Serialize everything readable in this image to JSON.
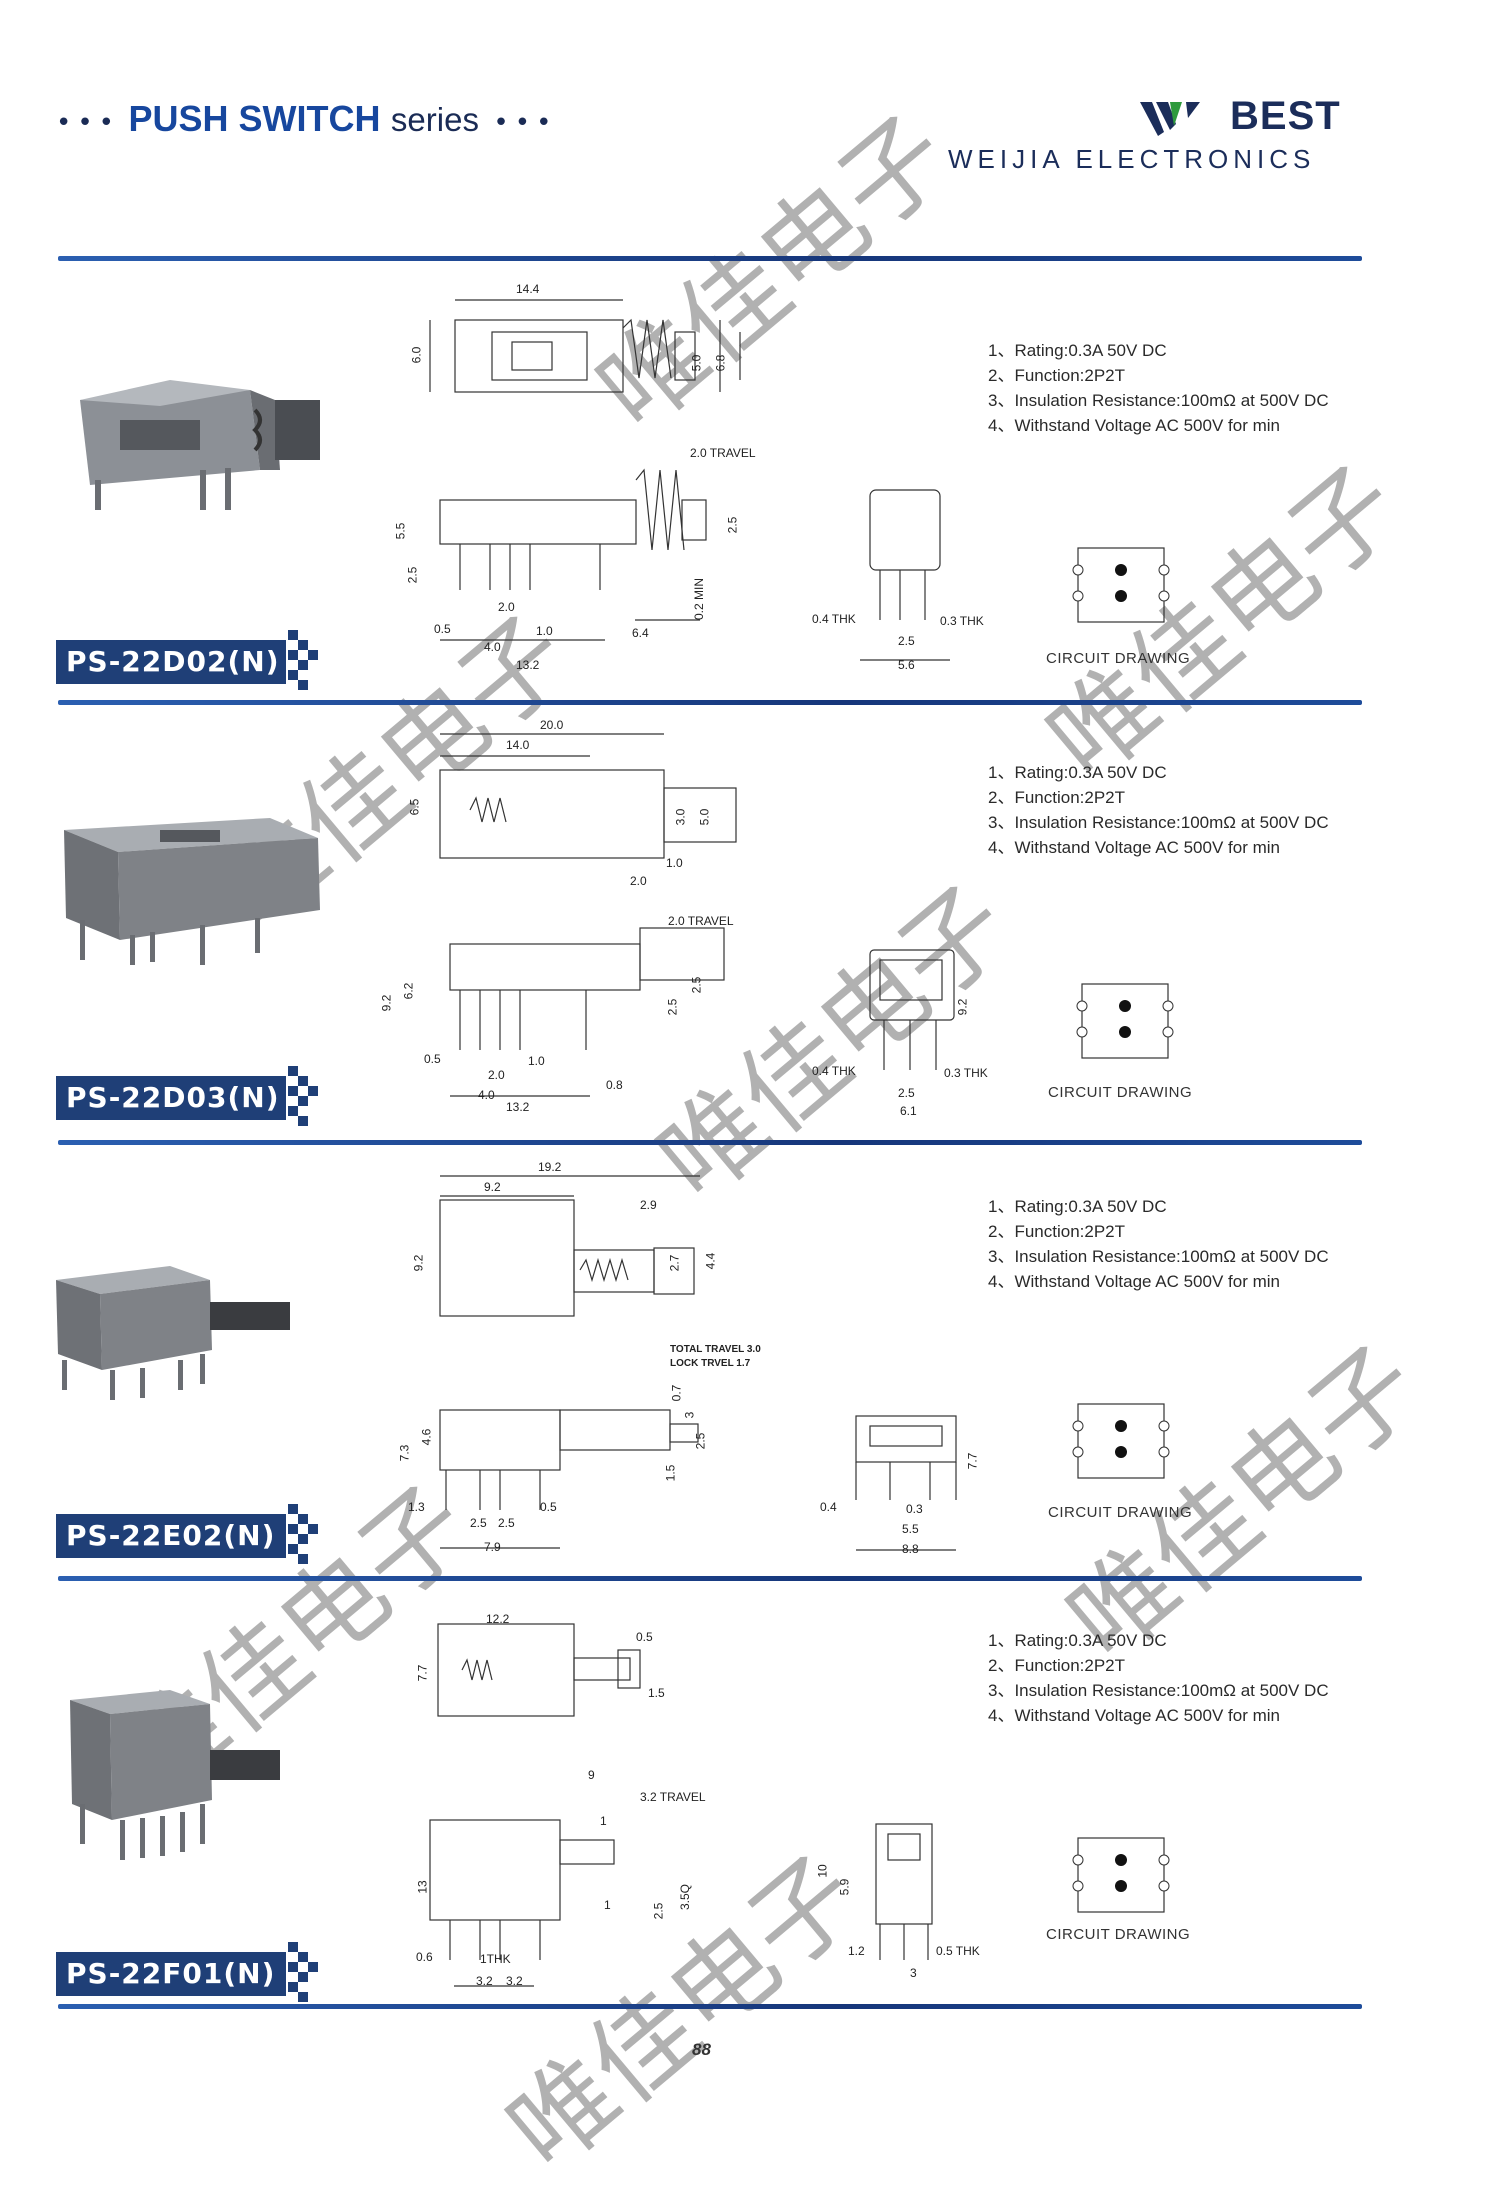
{
  "header": {
    "dots_left": "•••",
    "title_bold": "PUSH SWITCH",
    "title_light": "series",
    "dots_right": "•••",
    "brand_name": "BEST",
    "brand_sub": "WEIJIA ELECTRONICS"
  },
  "products": [
    {
      "model": "PS-22D02(N)",
      "specs": [
        "1、Rating:0.3A 50V DC",
        "2、Function:2P2T",
        "3、Insulation Resistance:100mΩ at 500V DC",
        "4、Withstand Voltage AC 500V for min"
      ],
      "circuit_label": "CIRCUIT DRAWING",
      "dims": [
        "14.4",
        "6.0",
        "5.0",
        "6.8",
        "2.0 TRAVEL",
        "5.5",
        "2.5",
        "2.5",
        "0.2 MIN",
        "2.0",
        "0.5",
        "1.0",
        "4.0",
        "13.2",
        "6.4",
        "0.4 THK",
        "0.3 THK",
        "2.5",
        "5.6"
      ]
    },
    {
      "model": "PS-22D03(N)",
      "specs": [
        "1、Rating:0.3A 50V DC",
        "2、Function:2P2T",
        "3、Insulation Resistance:100mΩ at 500V DC",
        "4、Withstand Voltage AC 500V for min"
      ],
      "circuit_label": "CIRCUIT DRAWING",
      "dims": [
        "20.0",
        "14.0",
        "6.5",
        "3.0",
        "5.0",
        "2.0",
        "1.0",
        "2.0 TRAVEL",
        "9.2",
        "6.2",
        "2.5",
        "2.5",
        "0.5",
        "2.0",
        "1.0",
        "4.0",
        "13.2",
        "0.8",
        "9.2",
        "0.4 THK",
        "0.3 THK",
        "2.5",
        "6.1"
      ]
    },
    {
      "model": "PS-22E02(N)",
      "specs": [
        "1、Rating:0.3A 50V DC",
        "2、Function:2P2T",
        "3、Insulation Resistance:100mΩ at 500V DC",
        "4、Withstand Voltage AC 500V for min"
      ],
      "circuit_label": "CIRCUIT DRAWING",
      "dims": [
        "19.2",
        "9.2",
        "2.9",
        "9.2",
        "2.7",
        "4.4",
        "TOTAL TRAVEL 3.0",
        "LOCK TRVEL 1.7",
        "0.7",
        "3",
        "7.3",
        "4.6",
        "2.5",
        "1.5",
        "1.3",
        "2.5",
        "2.5",
        "0.5",
        "7.9",
        "0.4",
        "0.3",
        "5.5",
        "8.8",
        "7.7"
      ]
    },
    {
      "model": "PS-22F01(N)",
      "specs": [
        "1、Rating:0.3A 50V DC",
        "2、Function:2P2T",
        "3、Insulation Resistance:100mΩ at 500V DC",
        "4、Withstand Voltage AC 500V for min"
      ],
      "circuit_label": "CIRCUIT DRAWING",
      "dims": [
        "12.2",
        "7.7",
        "0.5",
        "1.5",
        "9",
        "3.2 TRAVEL",
        "1",
        "13",
        "2.5",
        "3.5Q",
        "1",
        "0.6",
        "1THK",
        "3.2",
        "3.2",
        "10",
        "5.9",
        "1.2",
        "0.5 THK",
        "3"
      ]
    }
  ],
  "watermark_text": "唯佳电子",
  "page_number": "88"
}
